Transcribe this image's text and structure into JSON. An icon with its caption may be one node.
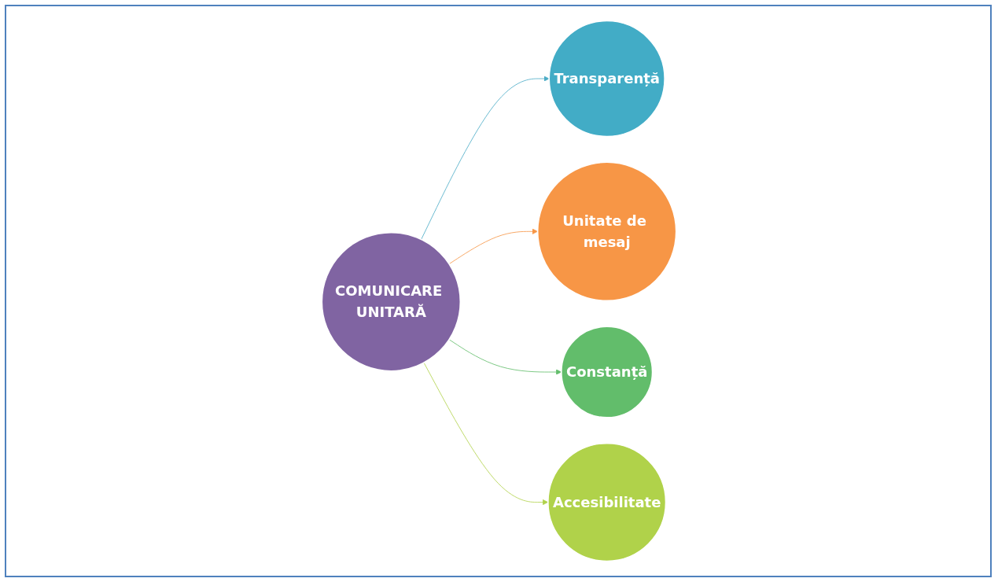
{
  "diagram": {
    "nodes": [
      {
        "text": [
          "Transparență"
        ]
      },
      {
        "text": [
          "Unitate de mesaj"
        ]
      },
      {
        "text": [
          "COMUNICARE UNITARĂ"
        ]
      },
      {
        "text": [
          "Constanță"
        ]
      },
      {
        "text": [
          "Accesibilitate"
        ]
      }
    ],
    "edges": [
      {
        "from": 2,
        "to": 0,
        "arrow": "to",
        "color": "#4bacc6"
      },
      {
        "from": 2,
        "to": 1,
        "arrow": "to",
        "color": "#f79646"
      },
      {
        "from": 2,
        "to": 3,
        "arrow": "to",
        "color": "#62bd6b"
      },
      {
        "from": 2,
        "to": 4,
        "arrow": "to",
        "color": "#b0d24a"
      }
    ]
  }
}
